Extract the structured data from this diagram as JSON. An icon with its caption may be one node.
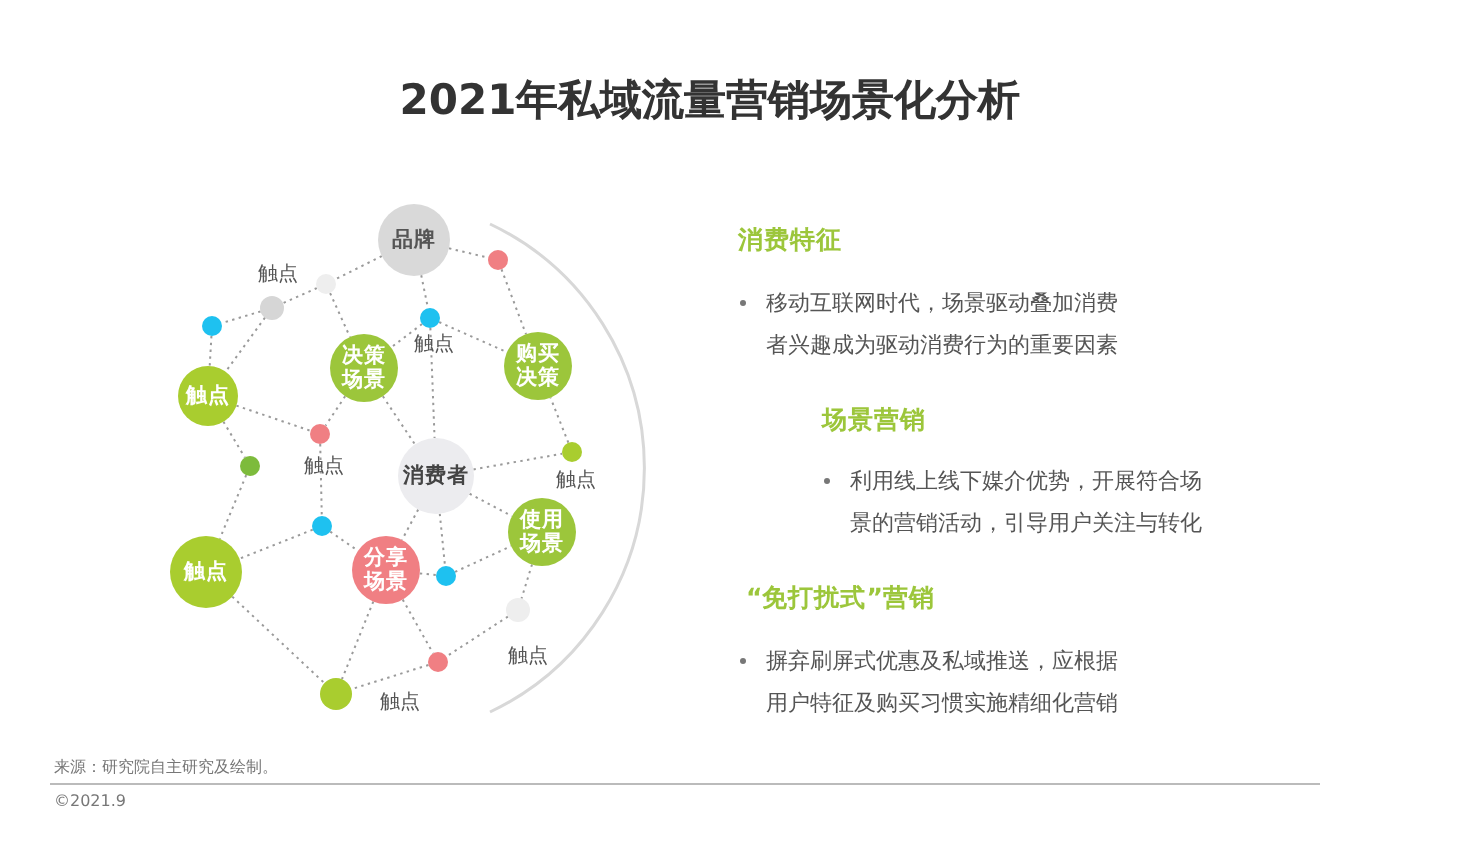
{
  "diagram": {
    "title": "2021年私域流量营销场景化分析",
    "nodes": [
      {
        "text": [
          "品牌"
        ]
      },
      {
        "text": [
          "决策场景"
        ]
      },
      {
        "text": [
          "购买决策"
        ]
      },
      {
        "text": [
          "触点"
        ]
      },
      {
        "text": [
          "消费者"
        ]
      },
      {
        "text": [
          "使用场景"
        ]
      },
      {
        "text": [
          "分享场景"
        ]
      },
      {
        "text": [
          "触点"
        ]
      },
      {
        "text": [],
        "shape": "circle"
      },
      {
        "text": [],
        "shape": "circle"
      },
      {
        "text": [],
        "shape": "circle",
        "beside": [
          "触点"
        ]
      },
      {
        "text": [],
        "shape": "circle"
      },
      {
        "text": [],
        "shape": "circle",
        "beside": [
          "触点"
        ]
      },
      {
        "text": [],
        "shape": "circle",
        "beside": [
          "触点"
        ]
      },
      {
        "text": [],
        "shape": "circle"
      },
      {
        "text": [],
        "shape": "circle",
        "beside": [
          "触点"
        ]
      },
      {
        "text": [],
        "shape": "circle"
      },
      {
        "text": [],
        "shape": "circle"
      },
      {
        "text": [],
        "shape": "circle",
        "beside": [
          "触点"
        ]
      },
      {
        "text": [],
        "shape": "circle"
      },
      {
        "text": [],
        "shape": "circle",
        "beside": [
          "触点"
        ]
      }
    ],
    "edges": [
      {
        "from": 0,
        "to": 9,
        "arrow": "none",
        "style": "dashed"
      },
      {
        "from": 9,
        "to": 10,
        "arrow": "none",
        "style": "dashed"
      },
      {
        "from": 10,
        "to": 11,
        "arrow": "none",
        "style": "dashed"
      },
      {
        "from": 0,
        "to": 8,
        "arrow": "none",
        "style": "dashed"
      },
      {
        "from": 8,
        "to": 2,
        "arrow": "none",
        "style": "dashed"
      },
      {
        "from": 0,
        "to": 12,
        "arrow": "none",
        "style": "dashed"
      },
      {
        "from": 12,
        "to": 2,
        "arrow": "none",
        "style": "dashed"
      },
      {
        "from": 12,
        "to": 1,
        "arrow": "none",
        "style": "dashed"
      },
      {
        "from": 12,
        "to": 4,
        "arrow": "none",
        "style": "dashed"
      },
      {
        "from": 9,
        "to": 1,
        "arrow": "none",
        "style": "dashed"
      },
      {
        "from": 11,
        "to": 3,
        "arrow": "none",
        "style": "dashed"
      },
      {
        "from": 10,
        "to": 3,
        "arrow": "none",
        "style": "dashed"
      },
      {
        "from": 3,
        "to": 13,
        "arrow": "none",
        "style": "dashed"
      },
      {
        "from": 1,
        "to": 13,
        "arrow": "none",
        "style": "dashed"
      },
      {
        "from": 1,
        "to": 4,
        "arrow": "none",
        "style": "dashed"
      },
      {
        "from": 3,
        "to": 14,
        "arrow": "none",
        "style": "dashed"
      },
      {
        "from": 14,
        "to": 7,
        "arrow": "none",
        "style": "dashed"
      },
      {
        "from": 13,
        "to": 16,
        "arrow": "none",
        "style": "dashed"
      },
      {
        "from": 16,
        "to": 7,
        "arrow": "none",
        "style": "dashed"
      },
      {
        "from": 16,
        "to": 6,
        "arrow": "none",
        "style": "dashed"
      },
      {
        "from": 4,
        "to": 15,
        "arrow": "none",
        "style": "dashed"
      },
      {
        "from": 15,
        "to": 2,
        "arrow": "none",
        "style": "dashed"
      },
      {
        "from": 4,
        "to": 5,
        "arrow": "none",
        "style": "dashed"
      },
      {
        "from": 4,
        "to": 6,
        "arrow": "none",
        "style": "dashed"
      },
      {
        "from": 4,
        "to": 17,
        "arrow": "none",
        "style": "dashed"
      },
      {
        "from": 17,
        "to": 5,
        "arrow": "none",
        "style": "dashed"
      },
      {
        "from": 6,
        "to": 17,
        "arrow": "none",
        "style": "dashed"
      },
      {
        "from": 5,
        "to": 18,
        "arrow": "none",
        "style": "dashed"
      },
      {
        "from": 18,
        "to": 19,
        "arrow": "none",
        "style": "dashed"
      },
      {
        "from": 6,
        "to": 19,
        "arrow": "none",
        "style": "dashed"
      },
      {
        "from": 19,
        "to": 20,
        "arrow": "none",
        "style": "dashed"
      },
      {
        "from": 7,
        "to": 20,
        "arrow": "none",
        "style": "dashed"
      },
      {
        "from": 6,
        "to": 20,
        "arrow": "none",
        "style": "dashed"
      }
    ],
    "labels": [
      "消费特征",
      "移动互联网时代，场景驱动叠加消费者兴趣成为驱动消费行为的重要因素",
      "场景营销",
      "利用线上线下媒介优势，开展符合场景的营销活动，引导用户关注与转化",
      "“免打扰式”营销",
      "摒弃刷屏式优惠及私域推送，应根据用户特征及购买习惯实施精细化营销",
      "来源：研究院自主研究及绘制。",
      "©2021.9"
    ]
  }
}
